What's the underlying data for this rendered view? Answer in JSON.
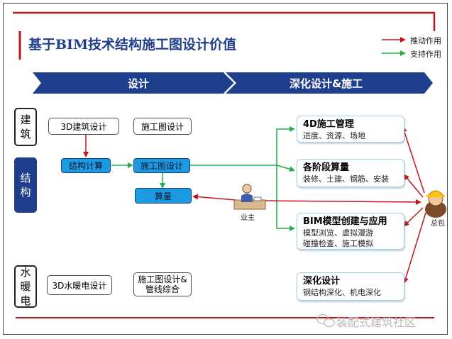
{
  "title": "基于BIM技术结构施工图设计价值",
  "legend": {
    "red_label": "推动作用",
    "green_label": "支持作用"
  },
  "phases": {
    "design": "设计",
    "deepen": "深化设计&施工"
  },
  "disciplines": {
    "architecture": "建筑",
    "structure": "结构",
    "mep": "水暖电"
  },
  "left_boxes": {
    "arch_3d": "3D建筑设计",
    "arch_drawing": "施工图设计",
    "struct_calc": "结构计算",
    "struct_drawing": "施工图设计",
    "quantity": "算量",
    "mep_3d": "3D水暖电设计",
    "mep_drawing_line1": "施工图设计&",
    "mep_drawing_line2": "管线综合"
  },
  "owner_label": "业主",
  "contractor_label": "总包",
  "right_boxes": [
    {
      "title": "4D施工管理",
      "lines": [
        "进度、资源、场地"
      ]
    },
    {
      "title": "各阶段算量",
      "lines": [
        "装修、土建、钢筋、安装"
      ]
    },
    {
      "title": "BIM模型创建与应用",
      "lines": [
        "模型浏览、虚拟漫游",
        "碰撞检查、施工模拟"
      ]
    },
    {
      "title": "深化设计",
      "lines": [
        "钢结构深化、机电深化"
      ]
    }
  ],
  "watermark": "装配式建筑社区",
  "colors": {
    "red": "#c0141c",
    "green": "#22b14c",
    "navy": "#1f3e8c",
    "blue": "#1c9be2"
  }
}
